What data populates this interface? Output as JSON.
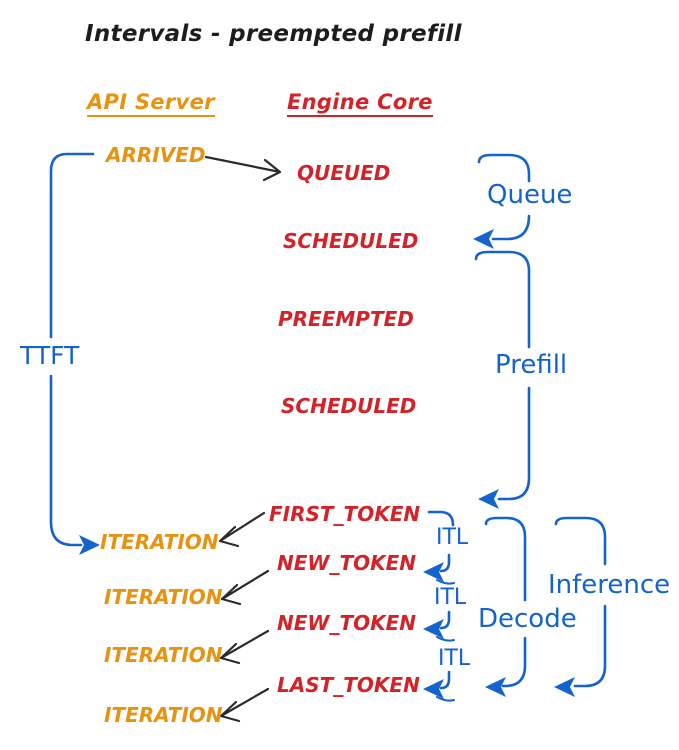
{
  "title": "Intervals - preempted prefill",
  "columns": {
    "api_server": "API Server",
    "engine_core": "Engine Core"
  },
  "events": {
    "arrived": "ARRIVED",
    "queued": "QUEUED",
    "scheduled_1": "SCHEDULED",
    "preempted": "PREEMPTED",
    "scheduled_2": "SCHEDULED",
    "first_token": "FIRST_TOKEN",
    "new_token_1": "NEW_TOKEN",
    "new_token_2": "NEW_TOKEN",
    "last_token": "LAST_TOKEN",
    "iteration_1": "ITERATION",
    "iteration_2": "ITERATION",
    "iteration_3": "ITERATION",
    "iteration_4": "ITERATION"
  },
  "intervals": {
    "ttft": "TTFT",
    "queue": "Queue",
    "prefill": "Prefill",
    "itl_1": "ITL",
    "itl_2": "ITL",
    "itl_3": "ITL",
    "decode": "Decode",
    "inference": "Inference"
  },
  "colors": {
    "api_server_text": "#E8930F",
    "engine_core_text": "#D42328",
    "interval_text": "#1463CE",
    "title_text": "#1D1D1D",
    "arrow": "#2B2B2B",
    "background": "#FFFFFF"
  }
}
